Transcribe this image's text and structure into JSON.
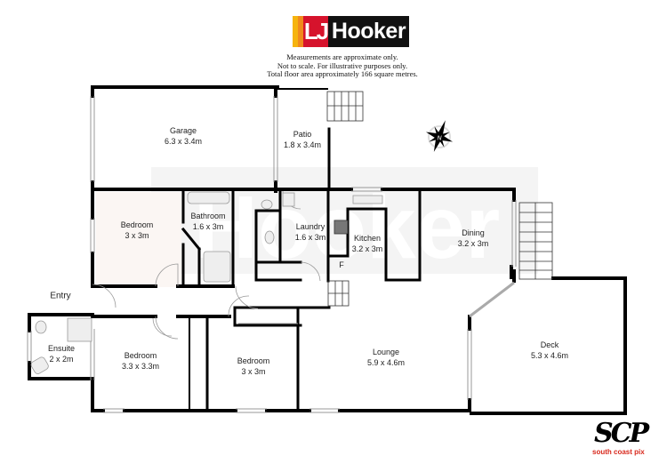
{
  "header": {
    "brand_left": "LJ",
    "brand_right": "Hooker",
    "brand_colors": {
      "yellow": "#f6b40e",
      "orange": "#f08a1c",
      "red": "#d6132c",
      "black": "#111111"
    },
    "disclaimer": [
      "Measurements are approximate only.",
      "Not to scale. For illustrative purposes only.",
      "Total floor area approximately 166 square metres."
    ]
  },
  "compass": {
    "label": "N"
  },
  "rooms": {
    "garage": {
      "name": "Garage",
      "size": "6.3 x 3.4m"
    },
    "patio": {
      "name": "Patio",
      "size": "1.8 x 3.4m"
    },
    "bedroom_front": {
      "name": "Bedroom",
      "size": "3 x 3m"
    },
    "bathroom": {
      "name": "Bathroom",
      "size": "1.6 x 3m"
    },
    "laundry": {
      "name": "Laundry",
      "size": "1.6 x 3m"
    },
    "kitchen": {
      "name": "Kitchen",
      "size": "3.2 x 3m"
    },
    "dining": {
      "name": "Dining",
      "size": "3.2 x 3m"
    },
    "entry": {
      "name": "Entry"
    },
    "ensuite": {
      "name": "Ensuite",
      "size": "2 x 2m"
    },
    "bedroom_main": {
      "name": "Bedroom",
      "size": "3.3 x 3.3m"
    },
    "bedroom_mid": {
      "name": "Bedroom",
      "size": "3 x 3m"
    },
    "lounge": {
      "name": "Lounge",
      "size": "5.9 x 4.6m"
    },
    "deck": {
      "name": "Deck",
      "size": "5.3 x 4.6m"
    }
  },
  "fixtures": {
    "fridge": "F"
  },
  "footer": {
    "photographer_mark": "SCP",
    "photographer_name": "south coast pix",
    "photographer_color": "#d8281c"
  }
}
